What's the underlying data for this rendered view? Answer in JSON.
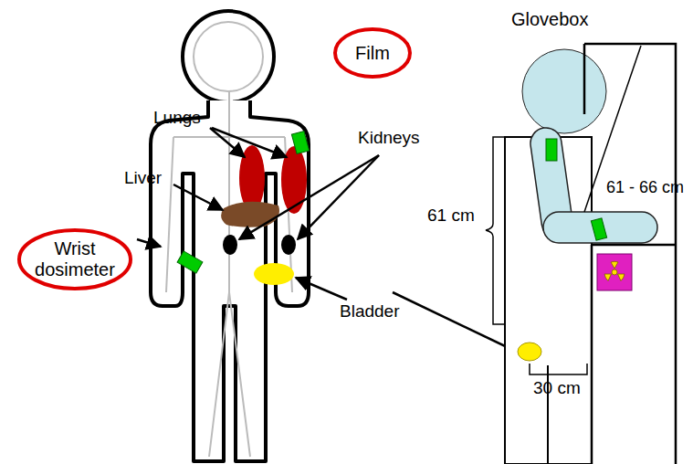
{
  "diagram": {
    "title": "Glovebox",
    "nodes": [
      {
        "text": [
          "Film"
        ]
      },
      {
        "text": [
          "Wrist dosimeter"
        ]
      }
    ],
    "labels": [
      "Lungs",
      "Liver",
      "Kidneys",
      "Bladder",
      "61 cm",
      "61 - 66 cm",
      "30 cm"
    ]
  }
}
